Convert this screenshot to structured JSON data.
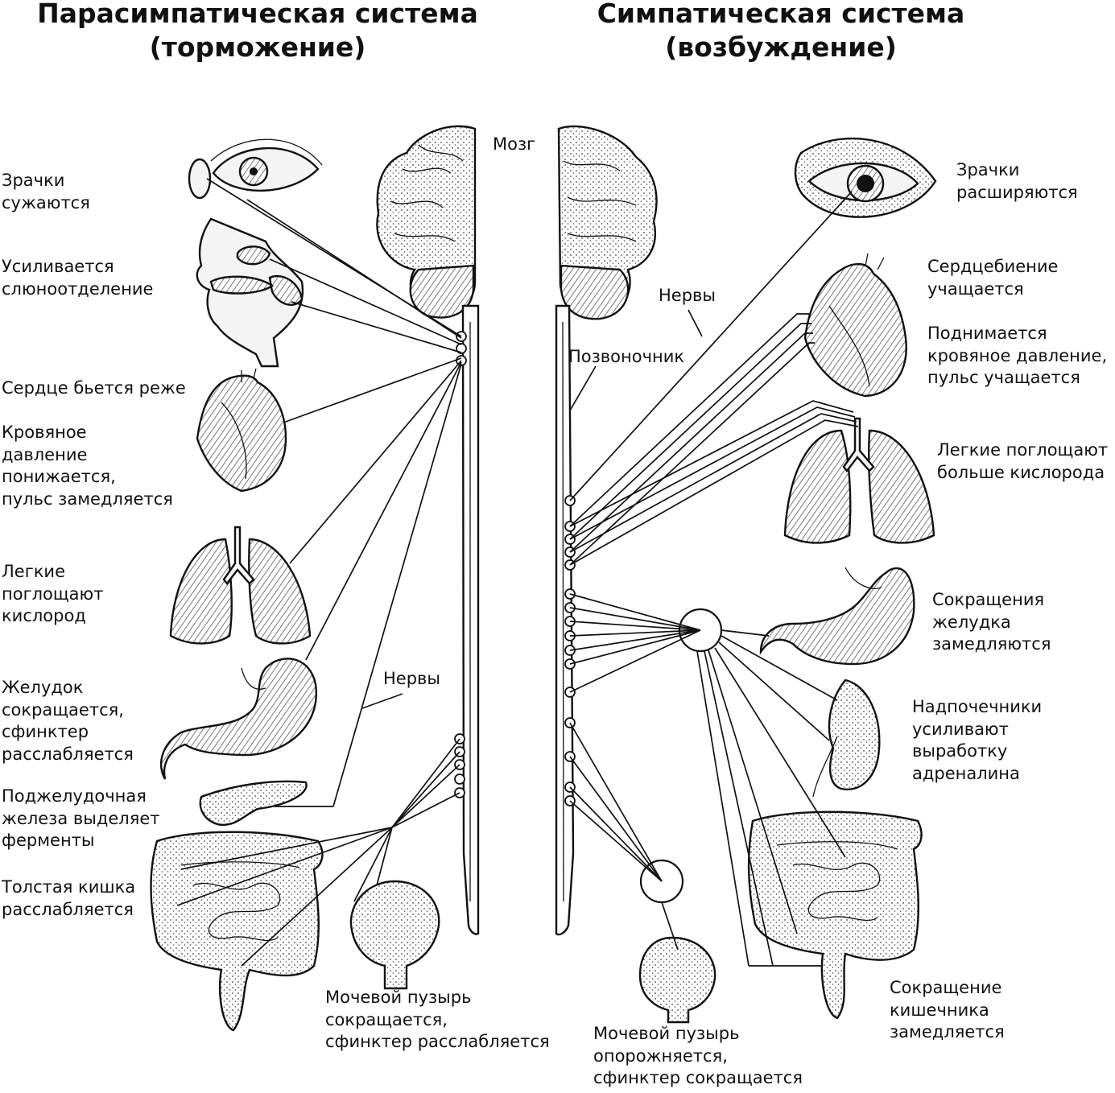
{
  "titles": {
    "left": [
      "Парасимпатическая система",
      "(торможение)"
    ],
    "right": [
      "Симпатическая система",
      "(возбуждение)"
    ]
  },
  "center": {
    "brain": "Мозг",
    "spine": "Позвоночник",
    "nerves_left": "Нервы",
    "nerves_right": "Нервы"
  },
  "left_labels": {
    "pupils": [
      "Зрачки",
      "сужаются"
    ],
    "saliva": [
      "Усиливается",
      "слюноотделение"
    ],
    "heart": [
      "Сердце бьется реже"
    ],
    "pressure": [
      "Кровяное",
      "давление",
      "понижается,",
      "пульс замедляется"
    ],
    "lungs": [
      "Легкие",
      "поглощают",
      "кислород"
    ],
    "stomach": [
      "Желудок",
      "сокращается,",
      "сфинктер",
      "расслабляется"
    ],
    "pancreas": [
      "Поджелудочная",
      "железа выделяет",
      "ферменты"
    ],
    "colon": [
      "Толстая кишка",
      "расслабляется"
    ],
    "bladder": [
      "Мочевой пузырь",
      "сокращается,",
      "сфинктер расслабляется"
    ]
  },
  "right_labels": {
    "pupils": [
      "Зрачки",
      "расширяются"
    ],
    "heartbeat": [
      "Сердцебиение",
      "учащается"
    ],
    "pressure": [
      "Поднимается",
      "кровяное давление,",
      "пульс учащается"
    ],
    "lungs": [
      "Легкие поглощают",
      "больше кислорода"
    ],
    "stomach": [
      "Сокращения",
      "желудка",
      "замедляются"
    ],
    "adrenal": [
      "Надпочечники",
      "усиливают",
      "выработку",
      "адреналина"
    ],
    "intestine": [
      "Сокращение",
      "кишечника",
      "замедляется"
    ],
    "bladder": [
      "Мочевой пузырь",
      "опорожняется,",
      "сфинктер сокращается"
    ]
  }
}
